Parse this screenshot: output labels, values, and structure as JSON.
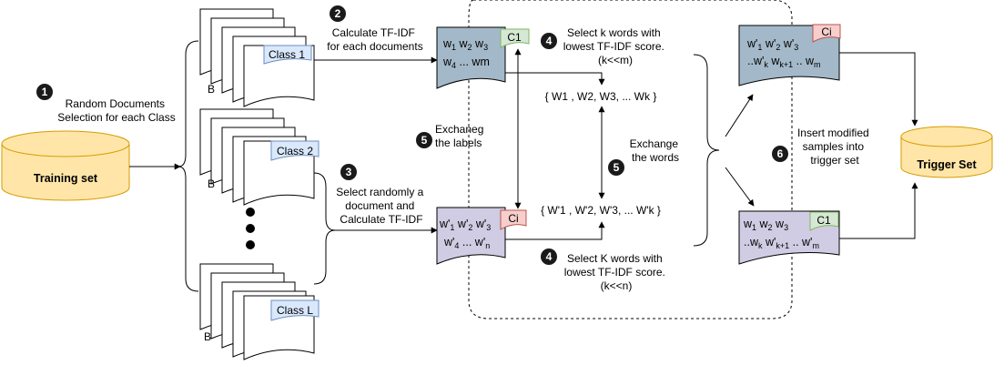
{
  "colors": {
    "cylinder_fill": "#ffe6a8",
    "cylinder_stroke": "#d79b00",
    "doc_blue": "#a3b9c9",
    "doc_purple": "#d0cce3",
    "tag_green": "#d5e8d4",
    "tag_red": "#f8cecc",
    "tag_blue": "#dae8fc",
    "step_badge": "#1a1a1a"
  },
  "steps": {
    "s1": "1",
    "s2": "2",
    "s3": "3",
    "s4a": "4",
    "s4b": "4",
    "s5a": "5",
    "s5b": "5",
    "s6": "6"
  },
  "cylinders": {
    "training": "Training set",
    "trigger": "Trigger Set"
  },
  "texts": {
    "random_docs_1": "Random Documents",
    "random_docs_2": "Selection for each Class",
    "calc_tfidf_1": "Calculate TF-IDF",
    "calc_tfidf_2": "for each documents",
    "select_random_1": "Select randomly a",
    "select_random_2": "document and",
    "select_random_3": "Calculate TF-IDF",
    "select_k_1": "Select k words with",
    "select_k_2": "lowest TF-IDF score.",
    "select_k_3": "(k<<m)",
    "select_K_1": "Select K words with",
    "select_K_2": "lowest TF-IDF score.",
    "select_K_3": "(k<<n)",
    "exchange_labels_1": "Exchaneg",
    "exchange_labels_2": "the labels",
    "exchange_words_1": "Exchange",
    "exchange_words_2": "the words",
    "insert_1": "Insert modified",
    "insert_2": "samples into",
    "insert_3": "trigger set",
    "set_w": "{ W1 , W2, W3, ... Wk }",
    "set_wp": "{ W'1 , W'2, W'3, ... W'k }"
  },
  "stacks": {
    "class1": "Class 1",
    "class2": "Class 2",
    "classL": "Class L",
    "b1": "B",
    "b2": "B",
    "b3": "B"
  },
  "docs": {
    "c1_tag": "C1",
    "ci_tag": "Ci",
    "ci_tag2": "Ci",
    "c1_tag2": "C1"
  }
}
